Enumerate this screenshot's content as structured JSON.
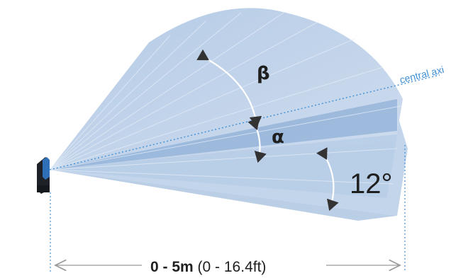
{
  "labels": {
    "beta": "β",
    "alpha": "α",
    "tilt_angle": "12°",
    "axis_label": "central axi",
    "range_bold": "0 - 5m",
    "range_regular": " (0 - 16.4ft)"
  },
  "colors": {
    "cone_light": "#c9d9ec",
    "cone_mid": "#a8c2e0",
    "cone_dark": "#8aaed6",
    "axis_line": "#3f8fd6",
    "arrow": "#333333",
    "dimension_line": "#9a9a9a",
    "sensor_body": "#1e2228",
    "sensor_accent": "#2f6fb7"
  }
}
